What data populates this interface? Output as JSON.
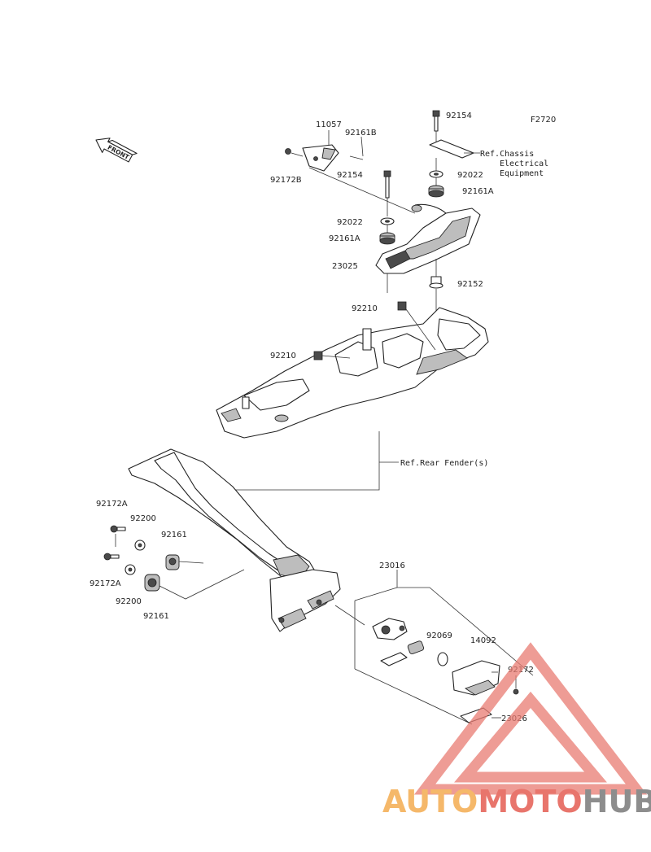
{
  "diagram": {
    "code": "F2720",
    "front_label": "FRONT",
    "parts": [
      {
        "id": "p-92154-top",
        "text": "92154"
      },
      {
        "id": "p-11057",
        "text": "11057"
      },
      {
        "id": "p-92161B",
        "text": "92161B"
      },
      {
        "id": "p-92172B",
        "text": "92172B"
      },
      {
        "id": "p-92154-mid",
        "text": "92154"
      },
      {
        "id": "p-92022-right",
        "text": "92022"
      },
      {
        "id": "p-92161A-right",
        "text": "92161A"
      },
      {
        "id": "p-92022-left",
        "text": "92022"
      },
      {
        "id": "p-92161A-left",
        "text": "92161A"
      },
      {
        "id": "p-23025",
        "text": "23025"
      },
      {
        "id": "p-92152",
        "text": "92152"
      },
      {
        "id": "p-92210-top",
        "text": "92210"
      },
      {
        "id": "p-92210-left",
        "text": "92210"
      },
      {
        "id": "p-92172A-top",
        "text": "92172A"
      },
      {
        "id": "p-92200-top",
        "text": "92200"
      },
      {
        "id": "p-92161-top",
        "text": "92161"
      },
      {
        "id": "p-92172A-bot",
        "text": "92172A"
      },
      {
        "id": "p-92200-bot",
        "text": "92200"
      },
      {
        "id": "p-92161-bot",
        "text": "92161"
      },
      {
        "id": "p-23016",
        "text": "23016"
      },
      {
        "id": "p-92069",
        "text": "92069"
      },
      {
        "id": "p-14092",
        "text": "14092"
      },
      {
        "id": "p-92172",
        "text": "92172"
      },
      {
        "id": "p-23026",
        "text": "23026"
      }
    ],
    "references": {
      "chassis_line1": "Ref.Chassis",
      "chassis_line2": "Electrical",
      "chassis_line3": "Equipment",
      "rear_fender": "Ref.Rear Fender(s)"
    }
  },
  "watermark": {
    "part1": "AUTO",
    "part2": "MOTO",
    "part3": "HUB",
    "color_orange": "#f5b86a",
    "color_red": "#e8756c",
    "color_gray": "#8d8d8d"
  }
}
